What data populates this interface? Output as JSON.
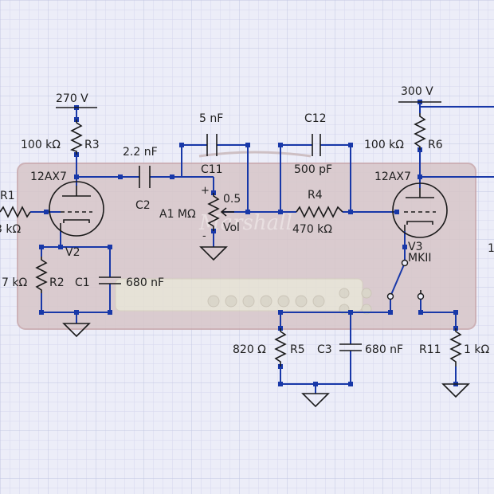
{
  "colors": {
    "background": "#ecedf8",
    "grid_minor": "#d6d8ee",
    "grid_major": "#c2c6e2",
    "wire": "#1838a8",
    "component": "#1a1a1a",
    "amp_body": "#d8c6c8",
    "amp_border": "#c8a8ac",
    "amp_panel": "#e6e1d2"
  },
  "icons": {
    "tube": "triode-tube-icon",
    "ground": "ground-icon",
    "resistor": "resistor-zigzag-icon",
    "capacitor": "capacitor-icon",
    "potentiometer": "potentiometer-icon",
    "switch": "spdt-switch-icon",
    "background_photo": "amplifier-head-photo"
  },
  "labels": {
    "supply_270": "270 V",
    "supply_300": "300 V",
    "r3_value": "100 kΩ",
    "r3_name": "R3",
    "r6_value": "100 kΩ",
    "r6_name": "R6",
    "tube_left_type": "12AX7",
    "tube_right_type": "12AX7",
    "v2": "V2",
    "v3": "V3",
    "mkii": "MKII",
    "r1_name": "R1",
    "r1_value": "3 kΩ",
    "c2_value": "2.2 nF",
    "c2_name": "C2",
    "c11_value": "5 nF",
    "c11_name": "C11",
    "c12_name": "C12",
    "c12_value": "500 pF",
    "r4_name": "R4",
    "r4_value": "470 kΩ",
    "a1_value": "A1 MΩ",
    "a1_taper": "0.5",
    "vol_name": "Vol",
    "pot_plus": "+",
    "pot_minus": "-",
    "r2_value": "7 kΩ",
    "r2_name": "R2",
    "c1_name": "C1",
    "c1_value": "680 nF",
    "r5_value": "820 Ω",
    "r5_name": "R5",
    "c3_name": "C3",
    "c3_value": "680 nF",
    "r11_name": "R11",
    "r11_value": "1 kΩ",
    "edge_right": "1",
    "brand": "Marshall"
  }
}
